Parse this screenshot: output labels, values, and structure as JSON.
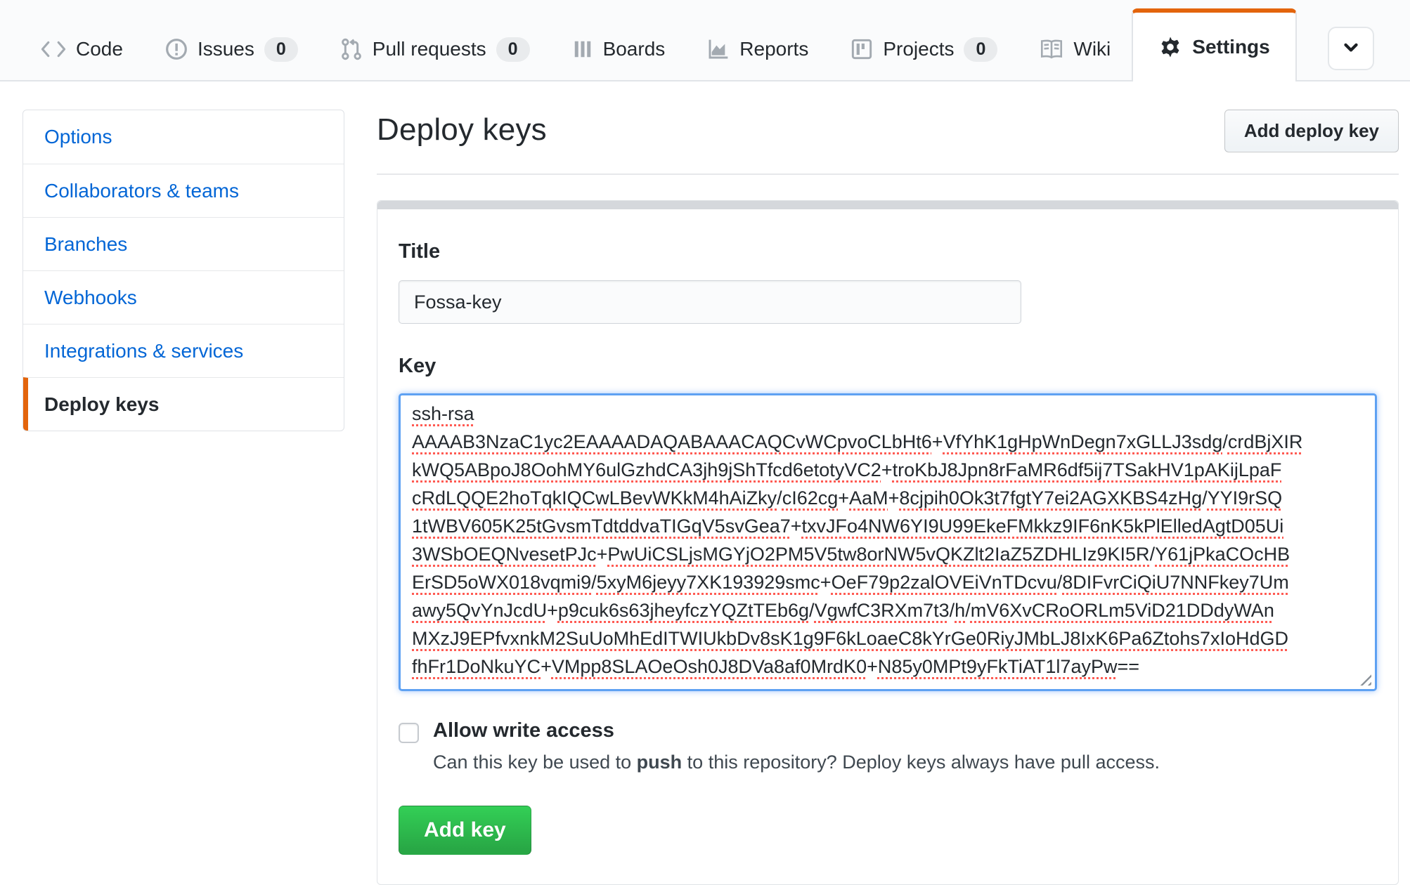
{
  "nav": {
    "items": [
      {
        "label": "Code",
        "icon": "code-icon"
      },
      {
        "label": "Issues",
        "icon": "issue-icon",
        "count": "0"
      },
      {
        "label": "Pull requests",
        "icon": "pull-request-icon",
        "count": "0"
      },
      {
        "label": "Boards",
        "icon": "boards-icon"
      },
      {
        "label": "Reports",
        "icon": "reports-icon"
      },
      {
        "label": "Projects",
        "icon": "projects-icon",
        "count": "0"
      },
      {
        "label": "Wiki",
        "icon": "wiki-icon"
      },
      {
        "label": "Settings",
        "icon": "gear-icon",
        "active": true
      }
    ]
  },
  "sidebar": {
    "items": [
      {
        "label": "Options"
      },
      {
        "label": "Collaborators & teams"
      },
      {
        "label": "Branches"
      },
      {
        "label": "Webhooks"
      },
      {
        "label": "Integrations & services"
      },
      {
        "label": "Deploy keys",
        "active": true
      }
    ]
  },
  "main": {
    "title": "Deploy keys",
    "add_deploy_key_label": "Add deploy key"
  },
  "form": {
    "title_label": "Title",
    "title_value": "Fossa-key",
    "key_label": "Key",
    "key_lines": [
      "ssh-rsa",
      "AAAAB3NzaC1yc2EAAAADAQABAAACAQCvWCpvoCLbHt6+VfYhK1gHpWnDegn7xGLLJ3sdg/crdBjXIR",
      "kWQ5ABpoJ8OohMY6ulGzhdCA3jh9jShTfcd6etotyVC2+troKbJ8Jpn8rFaMR6df5ij7TSakHV1pAKijLpaF",
      "cRdLQQE2hoTqkIQCwLBevWKkM4hAiZky/cI62cg+AaM+8cjpih0Ok3t7fgtY7ei2AGXKBS4zHg/YYI9rSQ",
      "1tWBV605K25tGvsmTdtddvaTIGqV5svGea7+txvJFo4NW6YI9U99EkeFMkkz9IF6nK5kPlElledAgtD05Ui",
      "3WSbOEQNvesetPJc+PwUiCSLjsMGYjO2PM5V5tw8orNW5vQKZlt2IaZ5ZDHLIz9KI5R/Y61jPkaCOcHB",
      "ErSD5oWX018vqmi9/5xyM6jeyy7XK193929smc+OeF79p2zalOVEiVnTDcvu/8DIFvrCiQiU7NNFkey7Um",
      "awy5QvYnJcdU+p9cuk6s63jheyfczYQZtTEb6g/VgwfC3RXm7t3/h/mV6XvCRoORLm5ViD21DDdyWAn",
      "MXzJ9EPfvxnkM2SuUoMhEdITWIUkbDv8sK1g9F6kLoaeC8kYrGe0RiyJMbLJ8IxK6Pa6Ztohs7xIoHdGD",
      "fhFr1DoNkuYC+VMpp8SLAOeOsh0J8DVa8af0MrdK0+N85y0MPt9yFkTiAT1l7ayPw=="
    ],
    "allow_write_label": "Allow write access",
    "allow_write_desc_prefix": "Can this key be used to ",
    "allow_write_desc_bold": "push",
    "allow_write_desc_suffix": " to this repository? Deploy keys always have pull access.",
    "add_key_label": "Add key"
  },
  "colors": {
    "accent_orange": "#e3640c",
    "link_blue": "#0366d6",
    "button_green": "#28a745",
    "focus_blue": "#5ea1f2",
    "spellcheck_red": "#ff5a52"
  }
}
